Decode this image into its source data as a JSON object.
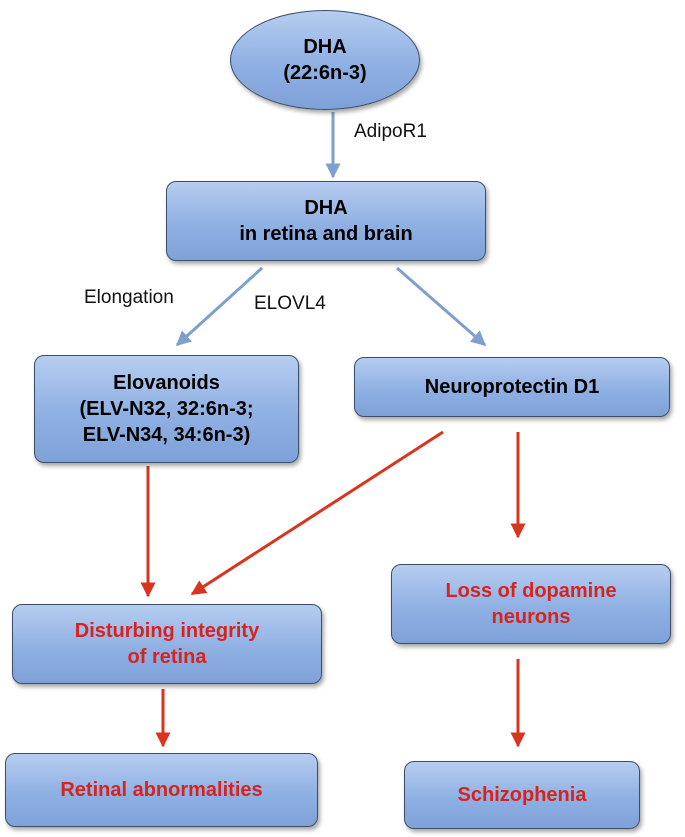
{
  "nodes": {
    "dha": [
      "DHA",
      "(22:6n-3)"
    ],
    "dha_retina_brain": [
      "DHA",
      "in retina and brain"
    ],
    "elovanoids": [
      "Elovanoids",
      "(ELV-N32, 32:6n-3;",
      "ELV-N34, 34:6n-3)"
    ],
    "npd1": [
      "Neuroprotectin D1"
    ],
    "retina_integrity": [
      "Disturbing integrity",
      "of retina"
    ],
    "dopamine_loss": [
      "Loss of dopamine",
      "neurons"
    ],
    "retinal_abnormalities": [
      "Retinal abnormalities"
    ],
    "schizophenia": [
      "Schizophenia"
    ]
  },
  "edge_labels": {
    "adipor1": "AdipoR1",
    "elongation": "Elongation",
    "elovl4": "ELOVL4"
  },
  "colors": {
    "blue_arrow": "#7f9fce",
    "red_arrow": "#d9341f",
    "red_text": "#d6231e"
  }
}
